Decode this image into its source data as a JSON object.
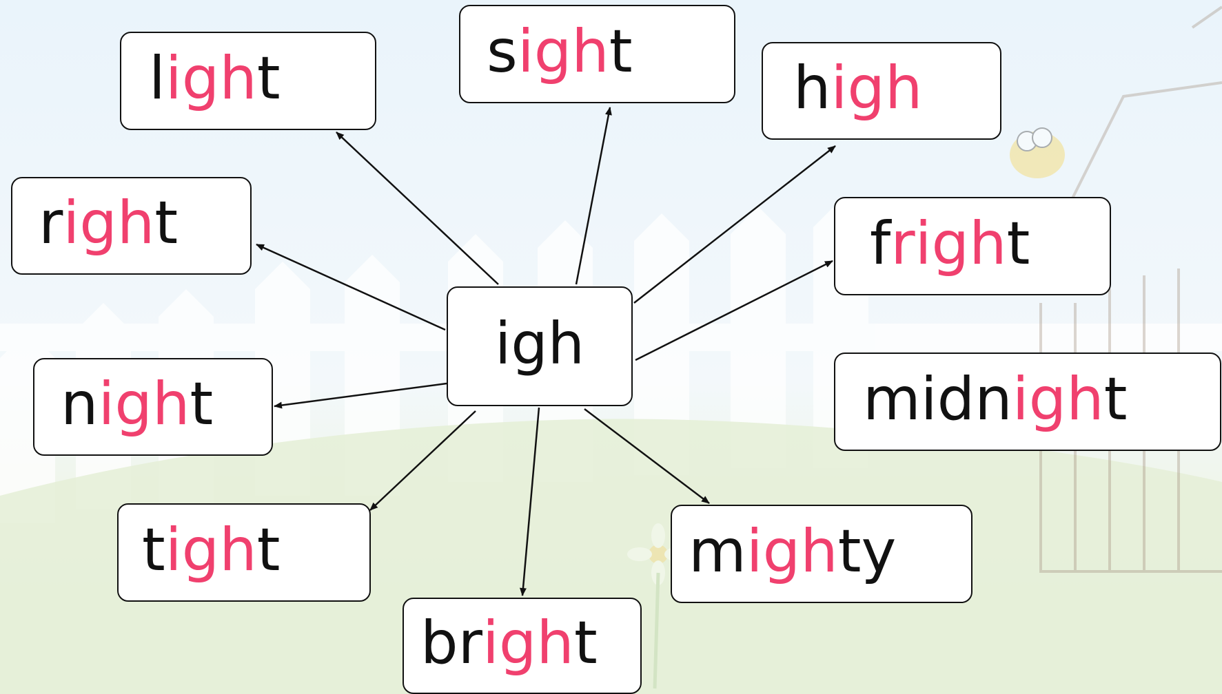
{
  "colors": {
    "text": "#111111",
    "highlight": "#f0406e",
    "box_border": "#111111",
    "box_fill": "#ffffff",
    "sky": "#eaf4fb",
    "grass": "#e8f2dc"
  },
  "center": {
    "id": "igh",
    "text": "igh"
  },
  "words": [
    {
      "id": "light",
      "segments": [
        {
          "t": "l",
          "hl": false
        },
        {
          "t": "igh",
          "hl": true
        },
        {
          "t": "t",
          "hl": false
        }
      ]
    },
    {
      "id": "sight",
      "segments": [
        {
          "t": "s",
          "hl": false
        },
        {
          "t": "igh",
          "hl": true
        },
        {
          "t": "t",
          "hl": false
        }
      ]
    },
    {
      "id": "high",
      "segments": [
        {
          "t": "h",
          "hl": false
        },
        {
          "t": "igh",
          "hl": true
        }
      ]
    },
    {
      "id": "right",
      "segments": [
        {
          "t": "r",
          "hl": false
        },
        {
          "t": "igh",
          "hl": true
        },
        {
          "t": "t",
          "hl": false
        }
      ]
    },
    {
      "id": "fright",
      "segments": [
        {
          "t": "f",
          "hl": false
        },
        {
          "t": "righ",
          "hl": true
        },
        {
          "t": "t",
          "hl": false
        }
      ]
    },
    {
      "id": "night",
      "segments": [
        {
          "t": "n",
          "hl": false
        },
        {
          "t": "igh",
          "hl": true
        },
        {
          "t": "t",
          "hl": false
        }
      ]
    },
    {
      "id": "midnight",
      "segments": [
        {
          "t": "midn",
          "hl": false
        },
        {
          "t": "igh",
          "hl": true
        },
        {
          "t": "t",
          "hl": false
        }
      ]
    },
    {
      "id": "tight",
      "segments": [
        {
          "t": "t",
          "hl": false
        },
        {
          "t": "igh",
          "hl": true
        },
        {
          "t": "t",
          "hl": false
        }
      ]
    },
    {
      "id": "mighty",
      "segments": [
        {
          "t": "m",
          "hl": false
        },
        {
          "t": "igh",
          "hl": true
        },
        {
          "t": "ty",
          "hl": false
        }
      ]
    },
    {
      "id": "bright",
      "segments": [
        {
          "t": "br",
          "hl": false
        },
        {
          "t": "igh",
          "hl": true
        },
        {
          "t": "t",
          "hl": false
        }
      ]
    }
  ],
  "arrows_to": [
    "light",
    "sight",
    "high",
    "right",
    "fright",
    "night",
    "tight",
    "mighty",
    "bright"
  ]
}
